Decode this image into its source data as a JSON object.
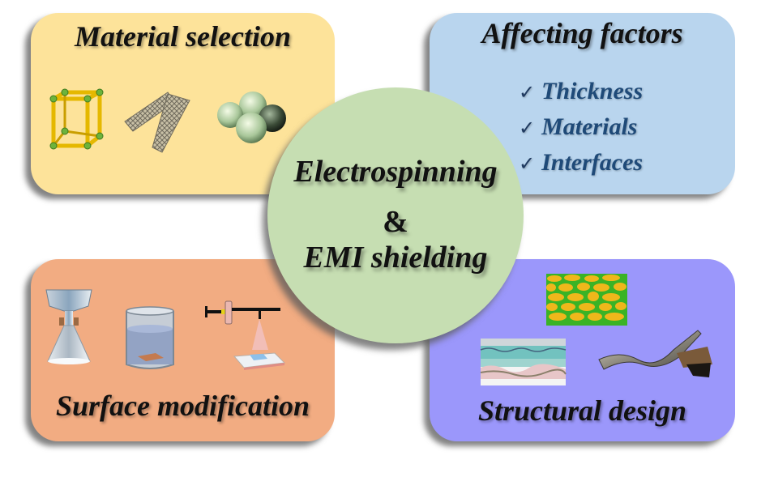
{
  "center": {
    "line1": "Electrospinning",
    "line2": "&",
    "line3": "EMI shielding",
    "color": "#c6deb2"
  },
  "panels": {
    "material_selection": {
      "title": "Material selection",
      "color": "#fde39a",
      "icons": [
        "mof-cube-framework-icon",
        "carbon-nanotube-sheet-icon",
        "nanoparticle-cluster-icon"
      ]
    },
    "affecting_factors": {
      "title": "Affecting factors",
      "color": "#b9d5ee",
      "check_glyph": "✓",
      "items": [
        {
          "label": "Thickness"
        },
        {
          "label": "Materials"
        },
        {
          "label": "Interfaces"
        }
      ]
    },
    "surface_modification": {
      "title": "Surface modification",
      "color": "#f2ac82",
      "icons": [
        "filtration-funnel-icon",
        "immersion-beaker-icon",
        "spray-coating-icon"
      ]
    },
    "structural_design": {
      "title": "Structural design",
      "color": "#9b97fb",
      "icons": [
        "segregated-structure-icon",
        "layered-structure-icon",
        "wavy-multilayer-film-icon"
      ]
    }
  }
}
